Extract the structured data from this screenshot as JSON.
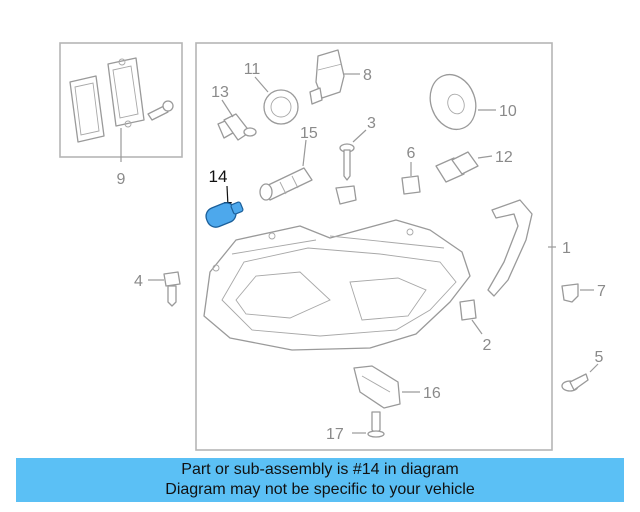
{
  "callouts": {
    "c1": "1",
    "c2": "2",
    "c3": "3",
    "c4": "4",
    "c5": "5",
    "c6": "6",
    "c7": "7",
    "c8": "8",
    "c9": "9",
    "c10": "10",
    "c11": "11",
    "c12": "12",
    "c13": "13",
    "c14": "14",
    "c15": "15",
    "c16": "16",
    "c17": "17"
  },
  "highlight": {
    "part": "14",
    "color": "#4da8ec"
  },
  "banner": {
    "line1": "Part or sub-assembly is #14 in diagram",
    "line2": "Diagram may not be specific to your vehicle",
    "color": "#5bc0f5"
  }
}
